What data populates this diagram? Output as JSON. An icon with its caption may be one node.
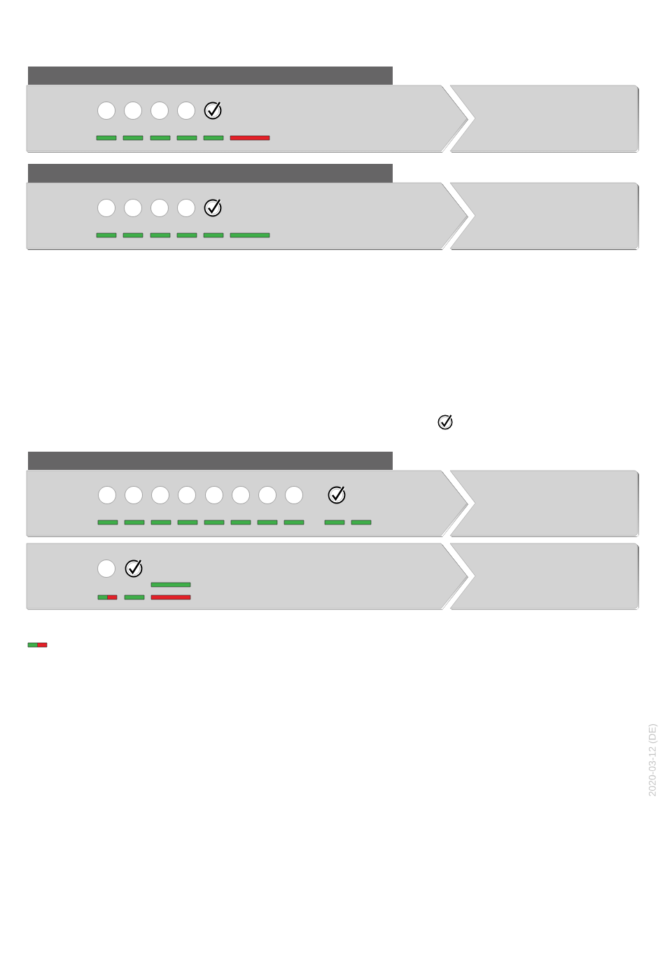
{
  "diagram": {
    "nodes": [
      {
        "text": [],
        "shape": "bar"
      },
      {
        "text": [],
        "shape": "arrow"
      },
      {
        "text": [],
        "shape": "box"
      },
      {
        "text": [],
        "shape": "bar"
      },
      {
        "text": [],
        "shape": "arrow"
      },
      {
        "text": [],
        "shape": "box"
      },
      {
        "text": [],
        "shape": "bar"
      },
      {
        "text": [],
        "shape": "arrow"
      },
      {
        "text": [],
        "shape": "box"
      },
      {
        "text": [],
        "shape": "arrow"
      },
      {
        "text": [],
        "shape": "box"
      }
    ],
    "labels": [
      "2020-03-12 (DE)"
    ]
  }
}
